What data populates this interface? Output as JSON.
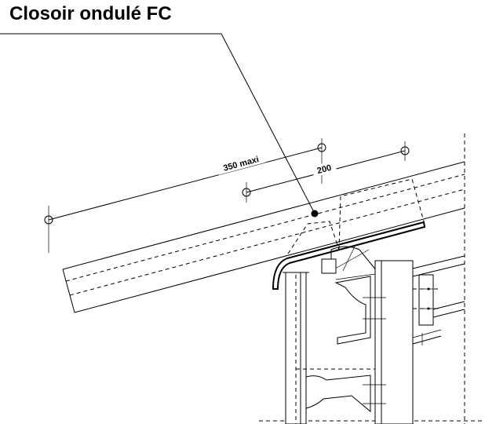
{
  "title": "Closoir ondulé FC",
  "dimensions": {
    "max_spacing": "350 maxi",
    "spacing": "200"
  }
}
